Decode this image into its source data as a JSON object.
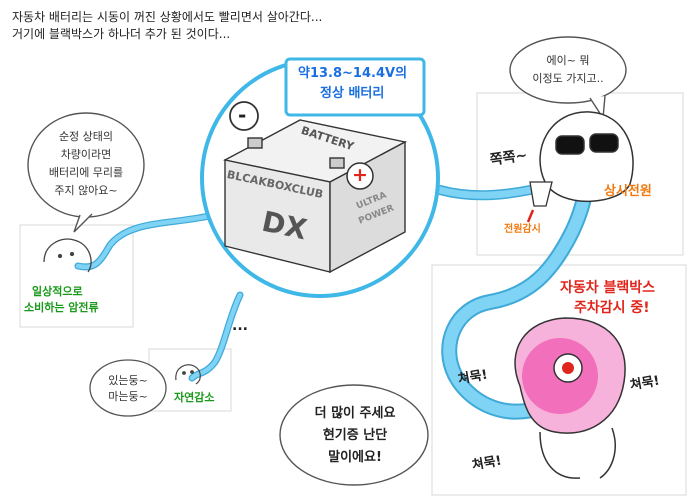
{
  "caption": {
    "line1": "자동차 배터리는 시동이 꺼진 상황에서도 빨리면서 살아간다...",
    "line2": "거기에 블랙박스가 하나더 추가 된 것이다..."
  },
  "voltage_box": {
    "line1": "약13.8~14.4V의",
    "line2": "정상 배터리"
  },
  "battery": {
    "minus_sign": "-",
    "plus_sign": "+",
    "top_label": "BATTERY",
    "brand": "BLCAKBOXCLUB",
    "model": "DX",
    "ultra": "ULTRA",
    "power": "POWER"
  },
  "left_bubble": {
    "line1": "순정 상태의",
    "line2": "차량이라면",
    "line3": "배터리에 무리를",
    "line4": "주지 않아요~"
  },
  "left_label": {
    "line1": "일상적으로",
    "line2": "소비하는 암전류"
  },
  "ellipsis": "...",
  "small_bubble": {
    "line1": "있는둥~",
    "line2": "마는둥~"
  },
  "natural_label": "자연감소",
  "top_right_bubble": {
    "line1": "에이~ 뭐",
    "line2": "이정도 가지고.."
  },
  "sip_sound": "쪽쪽~",
  "constant_power_label": "상시전원",
  "power_input_label": "전원감시",
  "bottom_right": {
    "title1": "자동차 블랙박스",
    "title2": "주차감시 중!",
    "slurp_sound": "쳐묵!"
  },
  "bottom_bubble": {
    "line1": "더 많이 주세요",
    "line2": "현기증 난단",
    "line3": "말이에요!"
  },
  "colors": {
    "tube": "#7fd3f5",
    "tube_edge": "#3fa9d8",
    "blue_text": "#1a6fe0",
    "green_text": "#1a9a1a",
    "orange_text": "#f07a10",
    "red_text": "#e0261c",
    "battery_plus": "#e0261c",
    "blob_pink": "#f05ab0"
  }
}
